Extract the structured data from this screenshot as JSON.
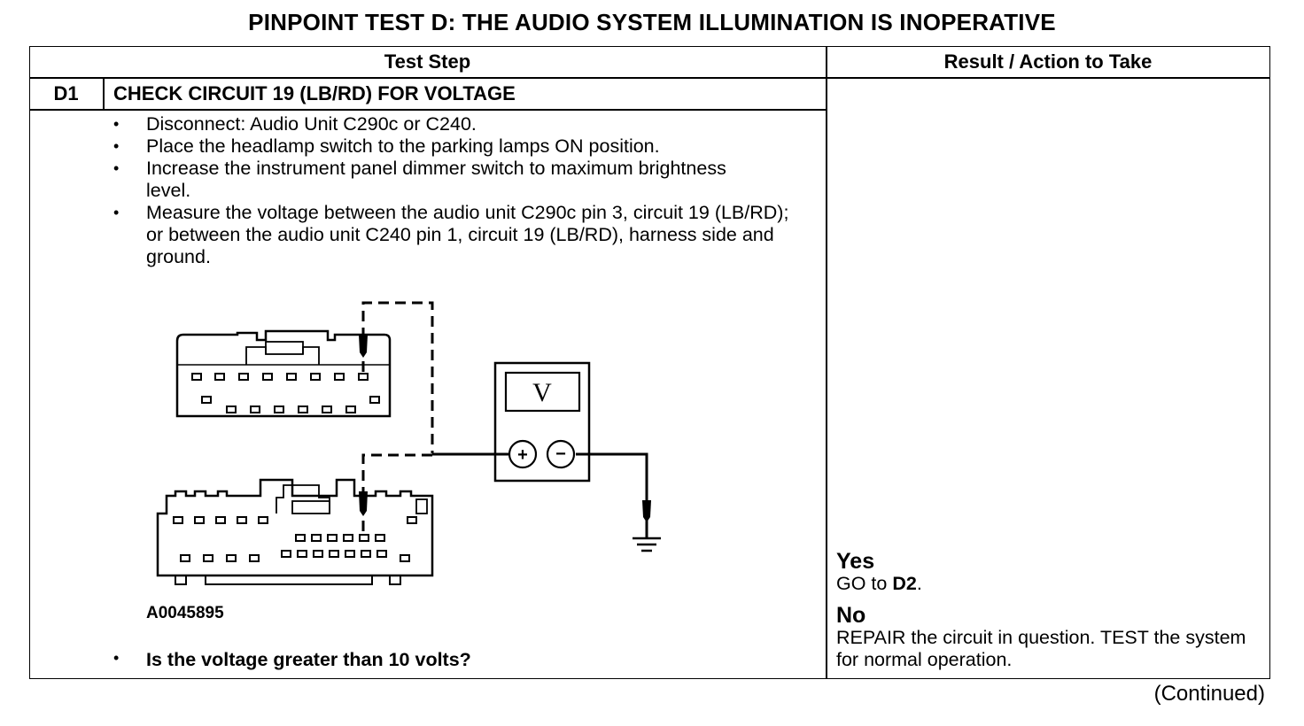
{
  "title": "PINPOINT TEST  D: THE AUDIO SYSTEM ILLUMINATION IS INOPERATIVE",
  "table": {
    "col_test_step": "Test Step",
    "col_result": "Result / Action to Take",
    "step_id": "D1",
    "step_heading": "CHECK CIRCUIT 19 (LB/RD) FOR VOLTAGE",
    "steps": [
      "Disconnect: Audio Unit C290c or C240.",
      "Place the headlamp switch to the parking lamps ON position.",
      "Increase the instrument panel dimmer switch to maximum brightness level.",
      "Measure the voltage between the audio unit C290c pin 3, circuit 19 (LB/RD); or between the audio unit C240 pin 1, circuit 19 (LB/RD), harness side and ground."
    ],
    "question": "Is the voltage greater than 10 volts?"
  },
  "figure": {
    "id": "A0045895",
    "meter_symbol": "V",
    "plus": "+",
    "minus": "−",
    "icons": [
      "voltmeter-icon",
      "ground-symbol-icon",
      "probe-icon",
      "connector-icon"
    ]
  },
  "results": {
    "yes_label": "Yes",
    "yes_pre": "GO to ",
    "yes_target": "D2",
    "yes_post": ".",
    "no_label": "No",
    "no_text": "REPAIR the circuit in question. TEST the system for normal operation."
  },
  "footer": "(Continued)"
}
